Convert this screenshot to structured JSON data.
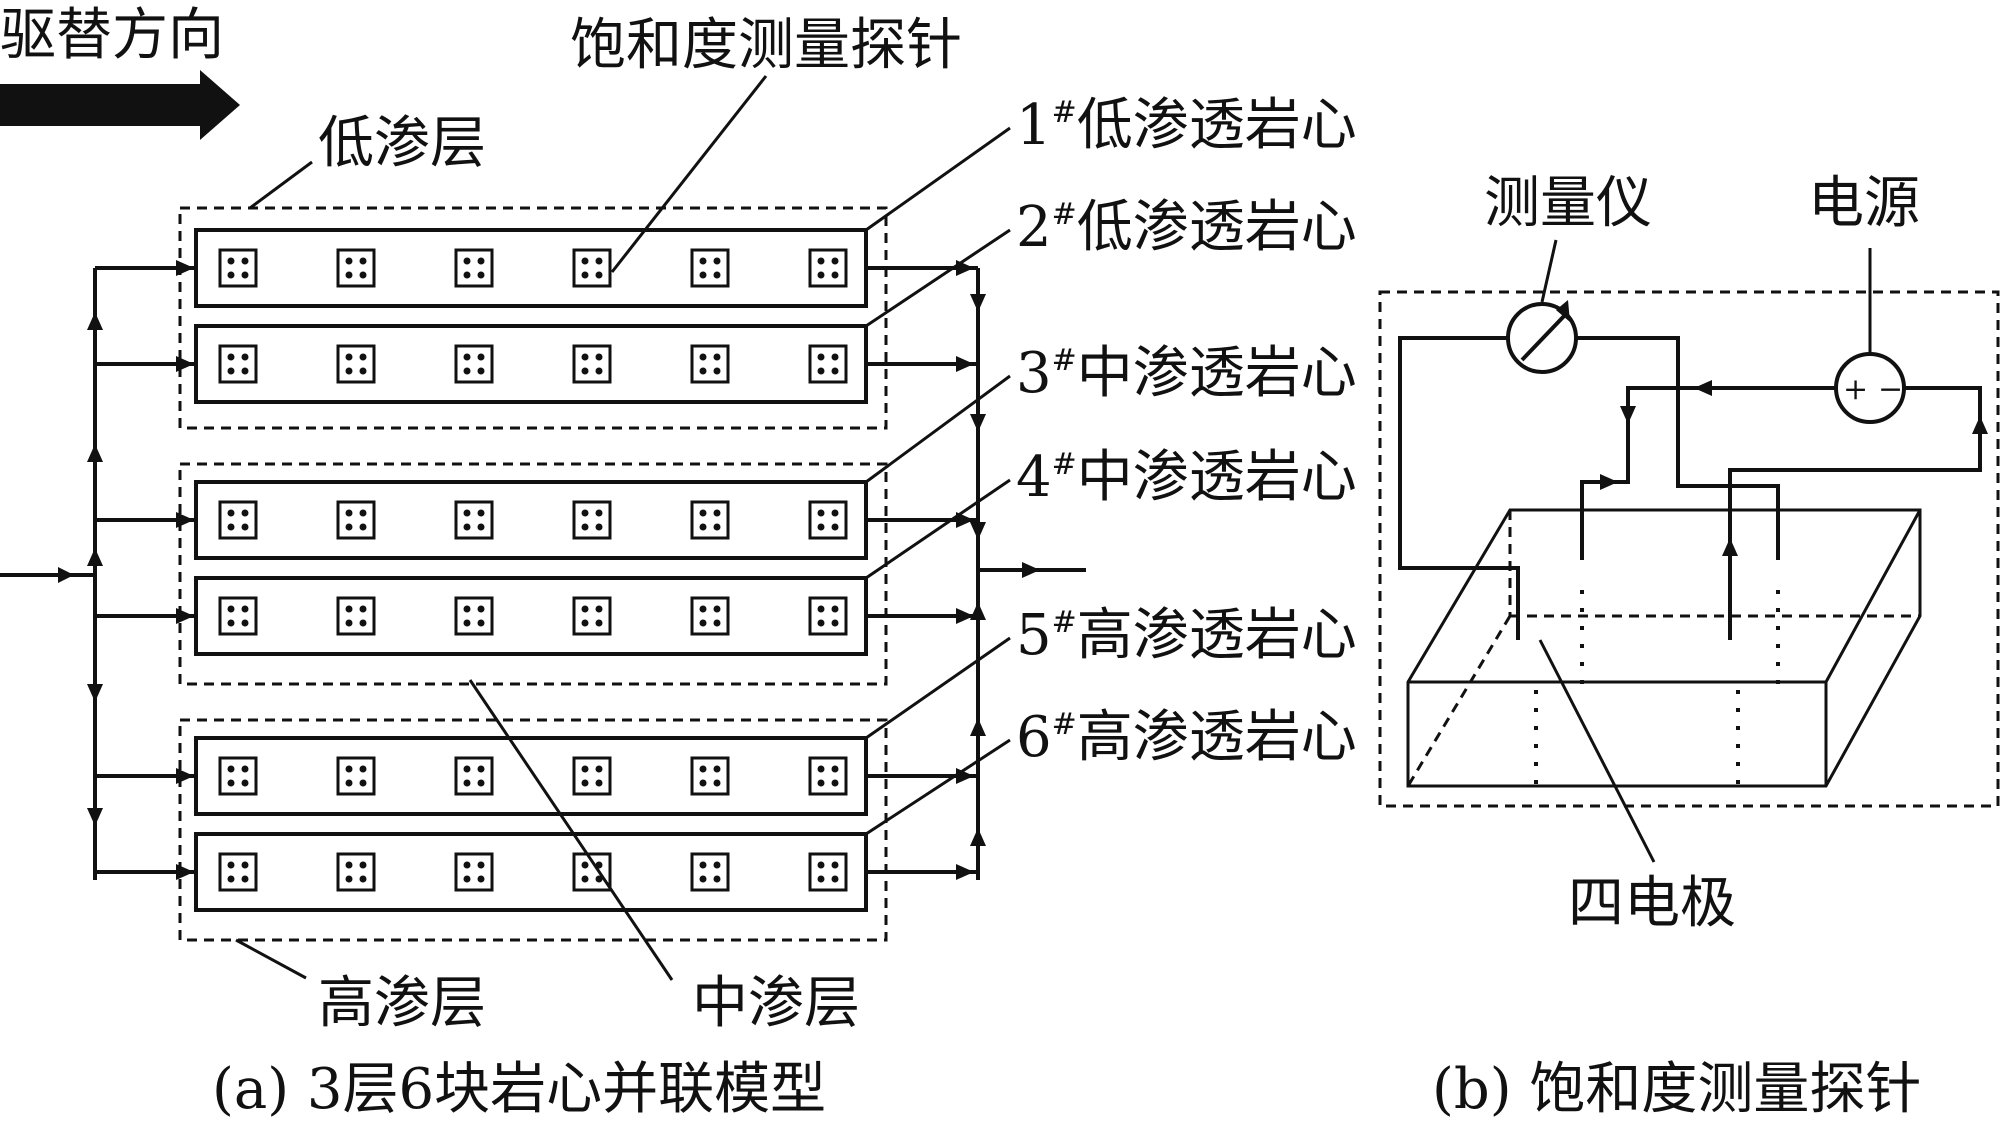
{
  "panel_a": {
    "drive_direction": "驱替方向",
    "probe_label": "饱和度测量探针",
    "layer_low": "低渗层",
    "layer_mid": "中渗层",
    "layer_high": "高渗层",
    "cores": [
      {
        "num": "1",
        "mark": "#",
        "name": "低渗透岩心"
      },
      {
        "num": "2",
        "mark": "#",
        "name": "低渗透岩心"
      },
      {
        "num": "3",
        "mark": "#",
        "name": "中渗透岩心"
      },
      {
        "num": "4",
        "mark": "#",
        "name": "中渗透岩心"
      },
      {
        "num": "5",
        "mark": "#",
        "name": "高渗透岩心"
      },
      {
        "num": "6",
        "mark": "#",
        "name": "高渗透岩心"
      }
    ],
    "probes_per_core": 6,
    "caption": "(a) 3层6块岩心并联模型"
  },
  "panel_b": {
    "meter_label": "测量仪",
    "power_label": "电源",
    "electrode_label": "四电极",
    "plus_sign": "+",
    "minus_sign": "−",
    "caption": "(b) 饱和度测量探针"
  }
}
